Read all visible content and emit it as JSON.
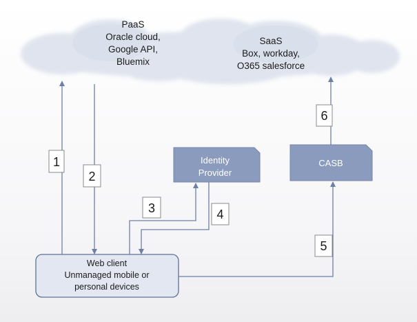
{
  "paas": {
    "title": "PaaS",
    "line1": "Oracle cloud,",
    "line2": "Google API,",
    "line3": "Bluemix"
  },
  "saas": {
    "title": "SaaS",
    "line1": "Box, workday,",
    "line2": "O365 salesforce"
  },
  "identity_provider": {
    "line1": "Identity",
    "line2": "Provider"
  },
  "casb": {
    "label": "CASB"
  },
  "web_client": {
    "line1": "Web client",
    "line2": "Unmanaged mobile or",
    "line3": "personal devices"
  },
  "steps": [
    "1",
    "2",
    "3",
    "4",
    "5",
    "6"
  ],
  "colors": {
    "cloud": "#dfe4ee",
    "box_fill": "#8a9bbd",
    "client_fill": "#e3e7f1",
    "arrow": "#6b7fa8"
  }
}
